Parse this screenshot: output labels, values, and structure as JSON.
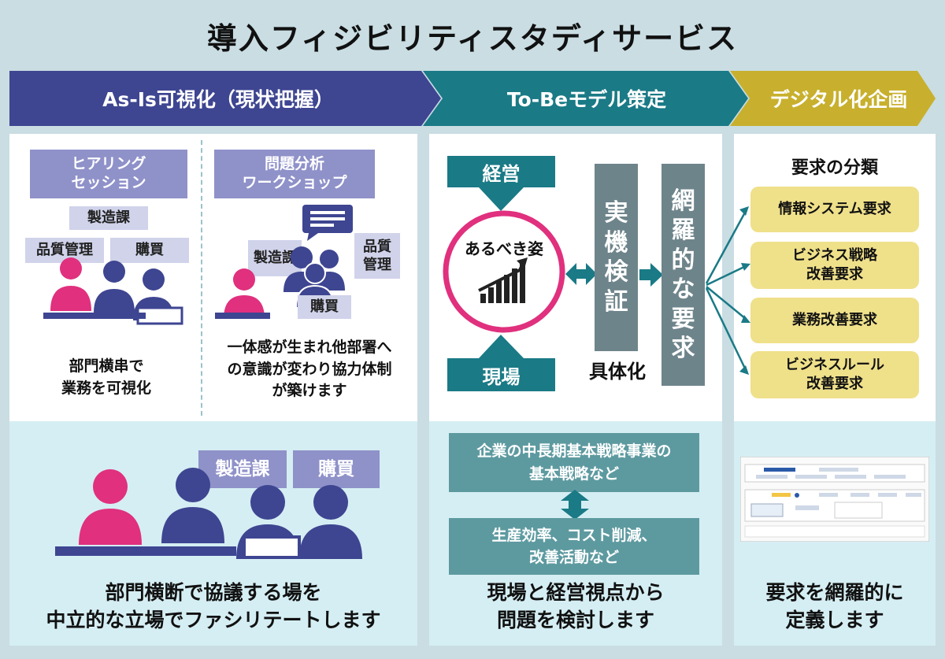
{
  "title": "導入フィジビリティスタディサービス",
  "phases": [
    {
      "label": "As-Is可視化（現状把握）",
      "color": "#3e4591"
    },
    {
      "label": "To-Beモデル策定",
      "color": "#1a7a86"
    },
    {
      "label": "デジタル化企画",
      "color": "#c8b02e"
    }
  ],
  "asis": {
    "hearing": {
      "line1": "ヒアリング",
      "line2": "セッション"
    },
    "hearing_tags": {
      "seizo": "製造課",
      "hinshitsu": "品質管理",
      "kobai": "購買"
    },
    "hearing_caption": {
      "line1": "部門横串で",
      "line2": "業務を可視化"
    },
    "workshop": {
      "line1": "問題分析",
      "line2": "ワークショップ"
    },
    "workshop_tags": {
      "seizo": "製造課",
      "hinshitsu_1": "品質",
      "hinshitsu_2": "管理",
      "kobai": "購買"
    },
    "workshop_caption": {
      "line1": "一体感が生まれ他部署へ",
      "line2": "の意識が変わり協力体制",
      "line3": "が築けます"
    },
    "bottom_tags": {
      "seizo": "製造課",
      "kobai": "購買"
    },
    "bottom_caption": {
      "line1": "部門横断で協議する場を",
      "line2": "中立的な立場でファシリテートします"
    }
  },
  "tobe": {
    "keiei": "経営",
    "genba": "現場",
    "circle": "あるべき姿",
    "jikki": [
      "実",
      "機",
      "検",
      "証"
    ],
    "gutaika": "具体化",
    "moura": [
      "網",
      "羅",
      "的",
      "な",
      "要",
      "求"
    ],
    "strategy": {
      "line1": "企業の中長期基本戦略事業の",
      "line2": "基本戦略など"
    },
    "efficiency": {
      "line1": "生産効率、コスト削減、",
      "line2": "改善活動など"
    },
    "bottom_caption": {
      "line1": "現場と経営視点から",
      "line2": "問題を検討します"
    }
  },
  "digital": {
    "heading": "要求の分類",
    "requirements": [
      {
        "line1": "情報システム要求",
        "line2": ""
      },
      {
        "line1": "ビジネス戦略",
        "line2": "改善要求"
      },
      {
        "line1": "業務改善要求",
        "line2": ""
      },
      {
        "line1": "ビジネスルール",
        "line2": "改善要求"
      }
    ],
    "bottom_caption": {
      "line1": "要求を網羅的に",
      "line2": "定義します"
    }
  },
  "colors": {
    "pink": "#e0307e",
    "navy": "#3e4591",
    "teal": "#1a7a86",
    "gold": "#c8b02e",
    "yellow_box": "#efe08a"
  }
}
